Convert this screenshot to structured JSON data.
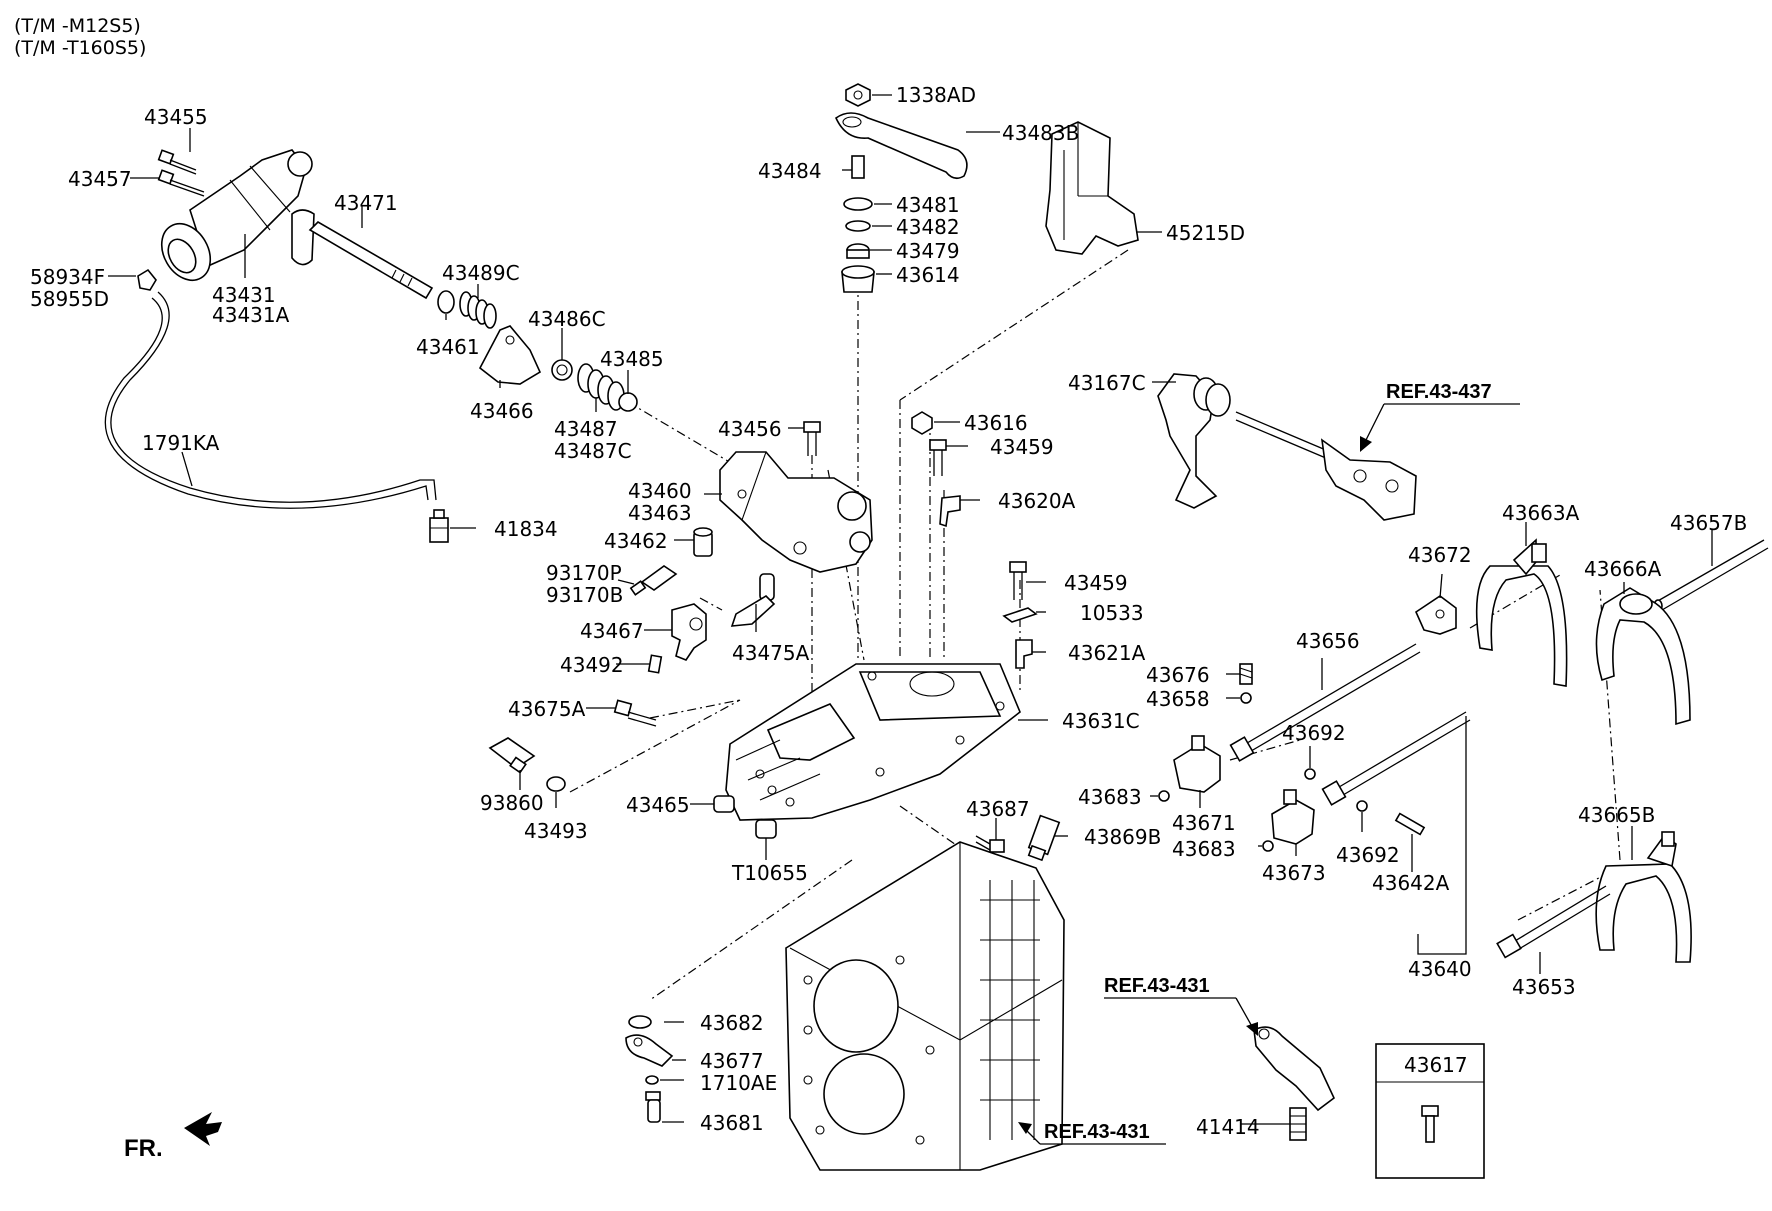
{
  "header": {
    "line1": "(T/M -M12S5)",
    "line2": "(T/M -T160S5)"
  },
  "labels": {
    "p1338AD": "1338AD",
    "p43483B": "43483B",
    "p43484": "43484",
    "p43481": "43481",
    "p43482": "43482",
    "p43479": "43479",
    "p43614": "43614",
    "p45215D": "45215D",
    "p43455": "43455",
    "p43457": "43457",
    "p43471": "43471",
    "p58934F": "58934F",
    "p58955D": "58955D",
    "p43431": "43431",
    "p43431A": "43431A",
    "p43489C": "43489C",
    "p43461": "43461",
    "p43486C": "43486C",
    "p43485": "43485",
    "p43466": "43466",
    "p43487": "43487",
    "p43487C": "43487C",
    "p1791KA": "1791KA",
    "p43456": "43456",
    "p43616": "43616",
    "p43459a": "43459",
    "p43460": "43460",
    "p43463": "43463",
    "p43620A": "43620A",
    "p43462": "43462",
    "p41834": "41834",
    "p93170P": "93170P",
    "p93170B": "93170B",
    "p43459b": "43459",
    "p10533": "10533",
    "p43467": "43467",
    "p43475A": "43475A",
    "p43621A": "43621A",
    "p43492": "43492",
    "p43675A": "43675A",
    "p43631C": "43631C",
    "p93860": "93860",
    "p43493": "43493",
    "p43465": "43465",
    "pT10655": "T10655",
    "p43687": "43687",
    "p43869B": "43869B",
    "p43167C": "43167C",
    "p43663A": "43663A",
    "p43657B": "43657B",
    "p43672": "43672",
    "p43666A": "43666A",
    "p43656": "43656",
    "p43676": "43676",
    "p43658": "43658",
    "p43692a": "43692",
    "p43683a": "43683",
    "p43671": "43671",
    "p43683b": "43683",
    "p43673": "43673",
    "p43692b": "43692",
    "p43642A": "43642A",
    "p43665B": "43665B",
    "p43640": "43640",
    "p43653": "43653",
    "p43682": "43682",
    "p43677": "43677",
    "p1710AE": "1710AE",
    "p43681": "43681",
    "p41414": "41414",
    "p43617": "43617"
  },
  "references": {
    "ref1": "REF.43-437",
    "ref2": "REF.43-431",
    "ref3": "REF.43-431"
  },
  "front_marker": "FR."
}
